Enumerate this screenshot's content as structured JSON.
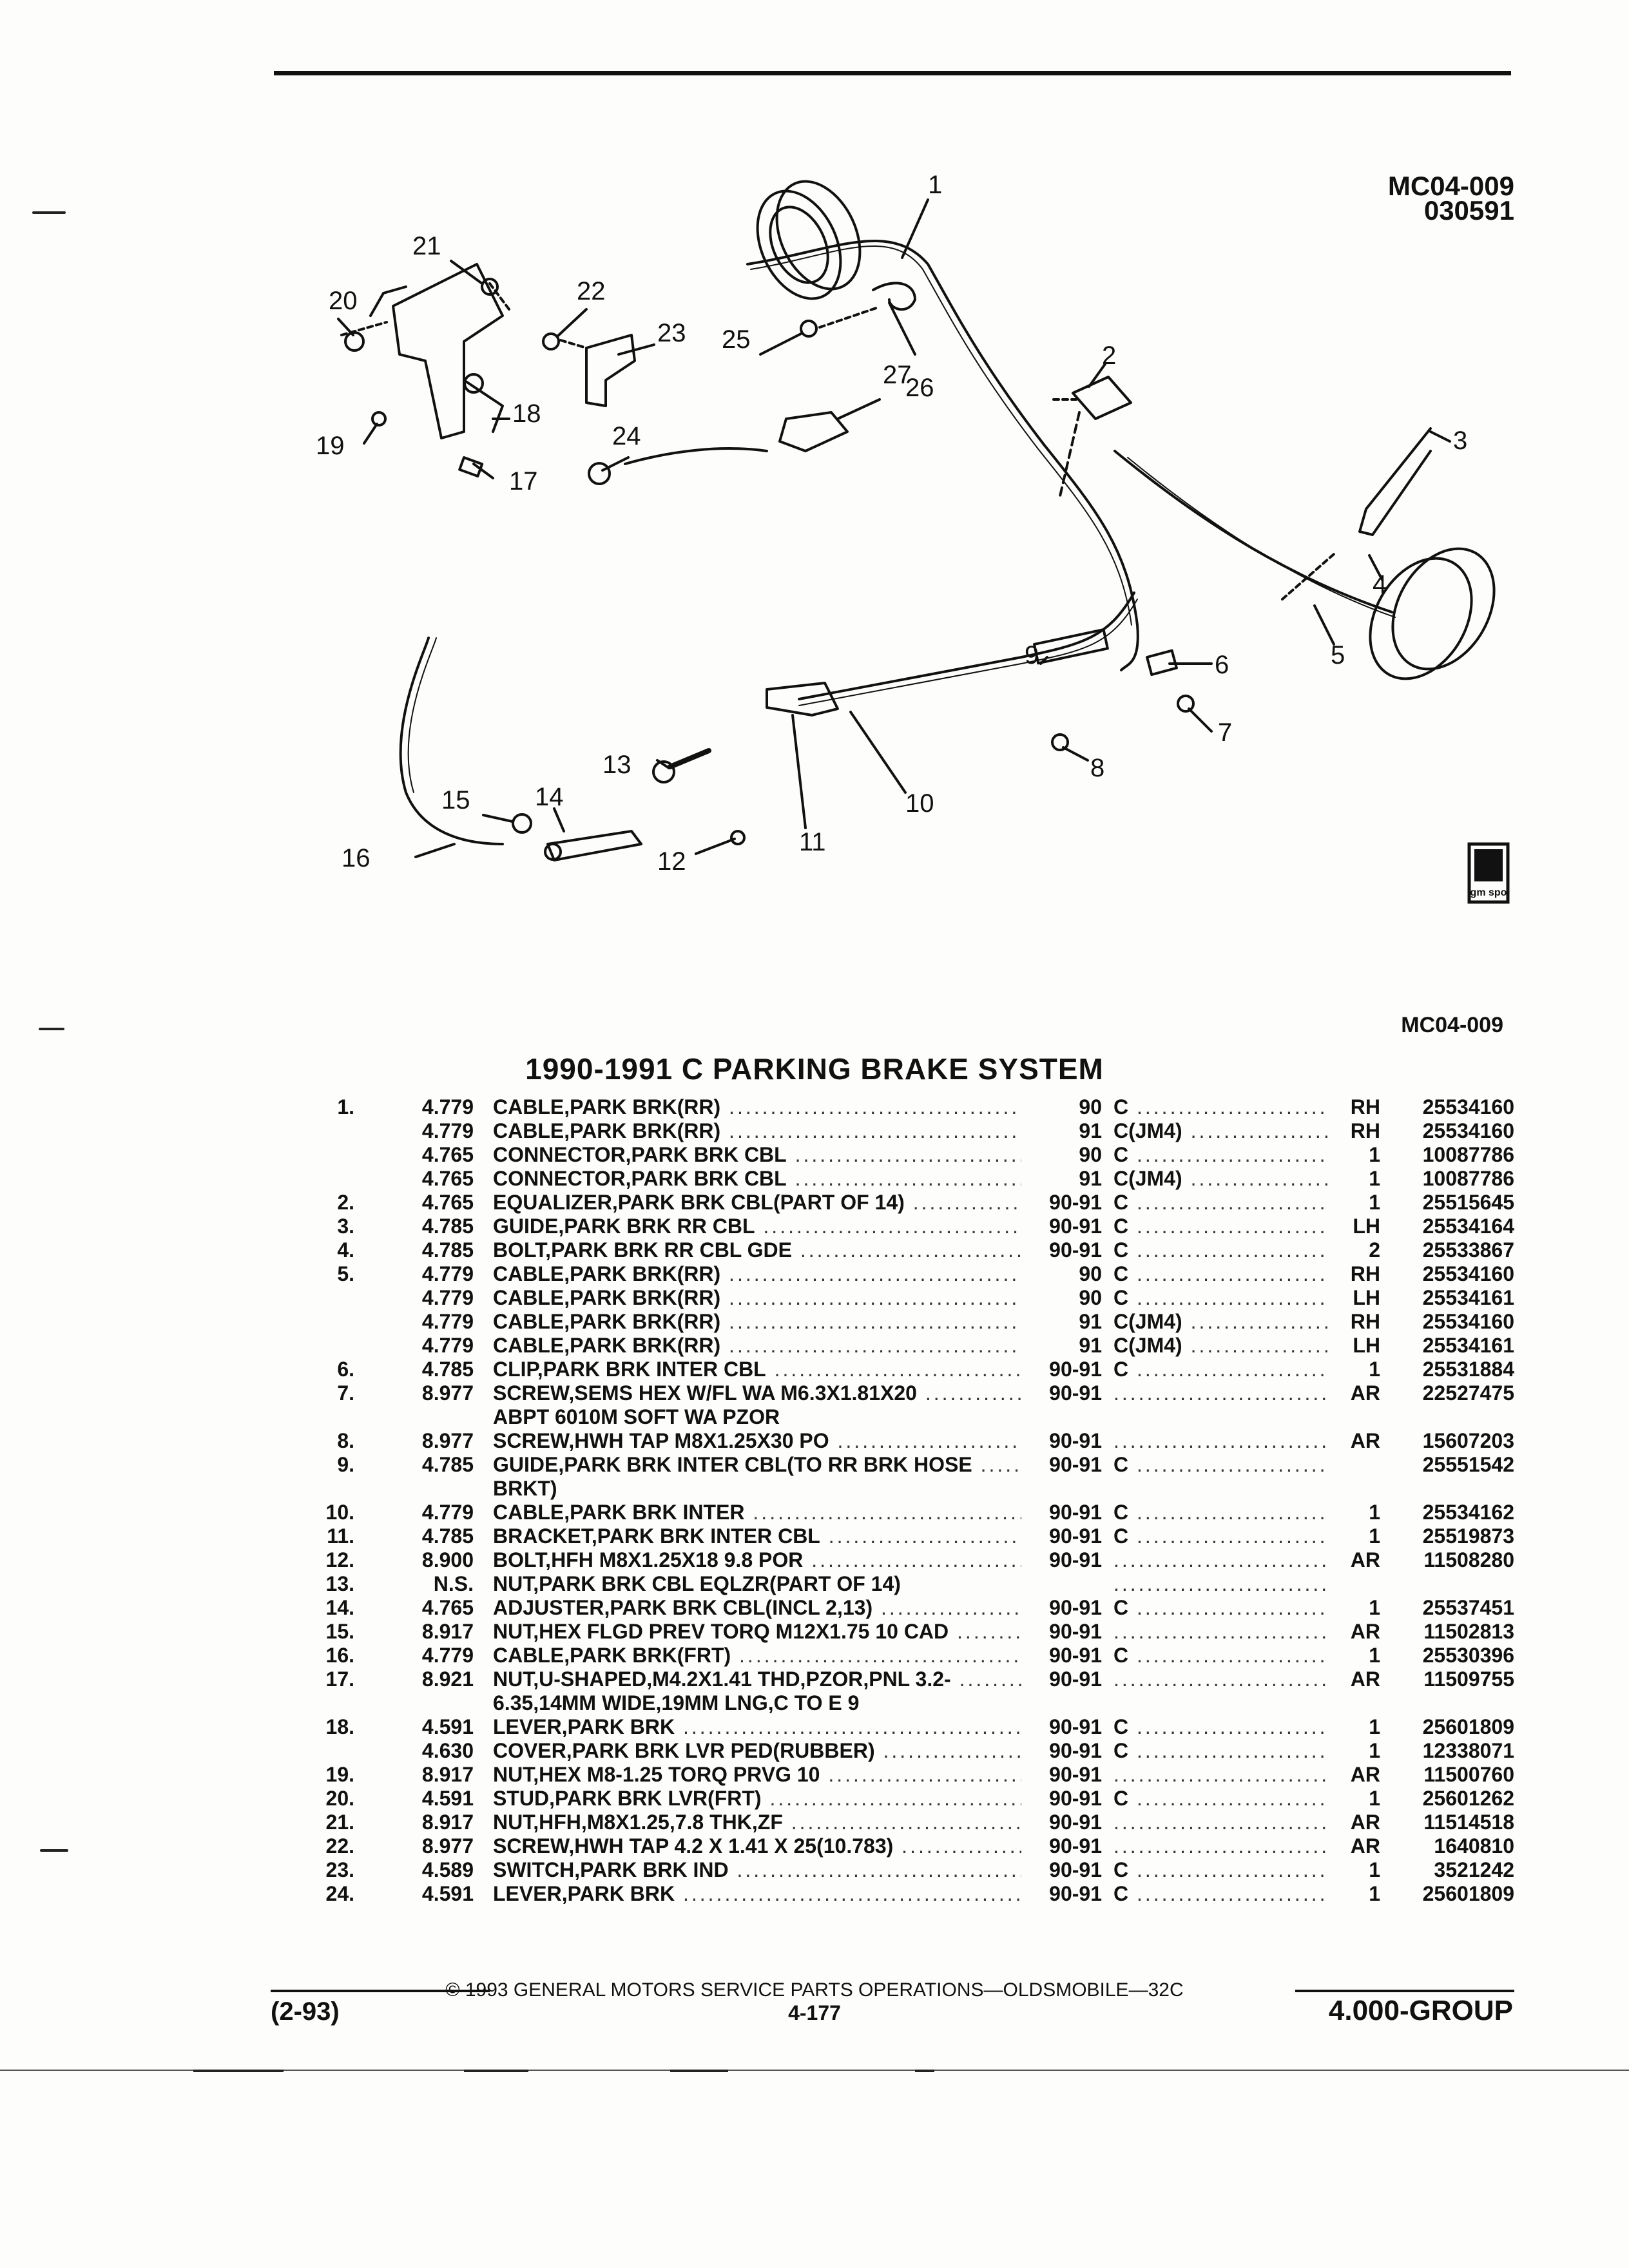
{
  "header": {
    "diagram_code": "MC04-009",
    "diagram_date": "030591",
    "ref_code": "MC04-009"
  },
  "title": "1990-1991 C PARKING BRAKE SYSTEM",
  "callouts": [
    "1",
    "2",
    "3",
    "4",
    "5",
    "6",
    "7",
    "8",
    "9",
    "10",
    "11",
    "12",
    "13",
    "14",
    "15",
    "16",
    "17",
    "18",
    "19",
    "20",
    "21",
    "22",
    "23",
    "24",
    "25",
    "26",
    "27"
  ],
  "logo_text": "gm spo",
  "parts": [
    {
      "num": "1.",
      "group": "4.779",
      "name": "CABLE",
      "rest": ",PARK BRK(RR)",
      "year": "90",
      "model": "C",
      "qty": "RH",
      "pn": "25534160"
    },
    {
      "num": "",
      "group": "4.779",
      "name": "CABLE",
      "rest": ",PARK BRK(RR)",
      "year": "91",
      "model": "C(JM4)",
      "qty": "RH",
      "pn": "25534160"
    },
    {
      "num": "",
      "group": "4.765",
      "name": "CONNECTOR",
      "rest": ",PARK BRK CBL",
      "year": "90",
      "model": "C",
      "qty": "1",
      "pn": "10087786"
    },
    {
      "num": "",
      "group": "4.765",
      "name": "CONNECTOR",
      "rest": ",PARK BRK CBL",
      "year": "91",
      "model": "C(JM4)",
      "qty": "1",
      "pn": "10087786"
    },
    {
      "num": "2.",
      "group": "4.765",
      "name": "EQUALIZER",
      "rest": ",PARK BRK CBL(PART OF 14)",
      "year": "90-91",
      "model": "C",
      "qty": "1",
      "pn": "25515645"
    },
    {
      "num": "3.",
      "group": "4.785",
      "name": "GUIDE",
      "rest": ",PARK BRK RR CBL",
      "year": "90-91",
      "model": "C",
      "qty": "LH",
      "pn": "25534164"
    },
    {
      "num": "4.",
      "group": "4.785",
      "name": "BOLT",
      "rest": ",PARK BRK RR CBL GDE",
      "year": "90-91",
      "model": "C",
      "qty": "2",
      "pn": "25533867"
    },
    {
      "num": "5.",
      "group": "4.779",
      "name": "CABLE",
      "rest": ",PARK BRK(RR)",
      "year": "90",
      "model": "C",
      "qty": "RH",
      "pn": "25534160"
    },
    {
      "num": "",
      "group": "4.779",
      "name": "CABLE",
      "rest": ",PARK BRK(RR)",
      "year": "90",
      "model": "C",
      "qty": "LH",
      "pn": "25534161"
    },
    {
      "num": "",
      "group": "4.779",
      "name": "CABLE",
      "rest": ",PARK BRK(RR)",
      "year": "91",
      "model": "C(JM4)",
      "qty": "RH",
      "pn": "25534160"
    },
    {
      "num": "",
      "group": "4.779",
      "name": "CABLE",
      "rest": ",PARK BRK(RR)",
      "year": "91",
      "model": "C(JM4)",
      "qty": "LH",
      "pn": "25534161"
    },
    {
      "num": "6.",
      "group": "4.785",
      "name": "CLIP",
      "rest": ",PARK BRK INTER CBL",
      "year": "90-91",
      "model": "C",
      "qty": "1",
      "pn": "25531884"
    },
    {
      "num": "7.",
      "group": "8.977",
      "name": "SCREW",
      "rest": ",SEMS HEX W/FL WA M6.3X1.81X20",
      "year": "90-91",
      "model": "",
      "qty": "AR",
      "pn": "22527475"
    },
    {
      "num": "",
      "group": "",
      "name": "",
      "rest": "ABPT 6010M SOFT WA PZOR",
      "year": "",
      "model": "",
      "qty": "",
      "pn": "",
      "cont": true
    },
    {
      "num": "8.",
      "group": "8.977",
      "name": "SCREW",
      "rest": ",HWH TAP M8X1.25X30 PO",
      "year": "90-91",
      "model": "",
      "qty": "AR",
      "pn": "15607203"
    },
    {
      "num": "9.",
      "group": "4.785",
      "name": "GUIDE",
      "rest": ",PARK BRK INTER CBL(TO RR BRK HOSE",
      "year": "90-91",
      "model": "C",
      "qty": "",
      "pn": "25551542"
    },
    {
      "num": "",
      "group": "",
      "name": "",
      "rest": "BRKT)",
      "year": "",
      "model": "",
      "qty": "",
      "pn": "",
      "cont": true
    },
    {
      "num": "10.",
      "group": "4.779",
      "name": "CABLE",
      "rest": ",PARK BRK INTER",
      "year": "90-91",
      "model": "C",
      "qty": "1",
      "pn": "25534162"
    },
    {
      "num": "11.",
      "group": "4.785",
      "name": "BRACKET",
      "rest": ",PARK BRK INTER CBL",
      "year": "90-91",
      "model": "C",
      "qty": "1",
      "pn": "25519873"
    },
    {
      "num": "12.",
      "group": "8.900",
      "name": "BOLT",
      "rest": ",HFH M8X1.25X18 9.8 POR",
      "year": "90-91",
      "model": "",
      "qty": "AR",
      "pn": "11508280"
    },
    {
      "num": "13.",
      "group": "N.S.",
      "name": "NUT",
      "rest": ",PARK BRK CBL EQLZR(PART OF 14)",
      "year": "",
      "model": "",
      "qty": "",
      "pn": ""
    },
    {
      "num": "14.",
      "group": "4.765",
      "name": "ADJUSTER",
      "rest": ",PARK BRK CBL(INCL 2,13)",
      "year": "90-91",
      "model": "C",
      "qty": "1",
      "pn": "25537451"
    },
    {
      "num": "15.",
      "group": "8.917",
      "name": "NUT",
      "rest": ",HEX FLGD PREV TORQ M12X1.75 10 CAD",
      "year": "90-91",
      "model": "",
      "qty": "AR",
      "pn": "11502813"
    },
    {
      "num": "16.",
      "group": "4.779",
      "name": "CABLE",
      "rest": ",PARK BRK(FRT)",
      "year": "90-91",
      "model": "C",
      "qty": "1",
      "pn": "25530396"
    },
    {
      "num": "17.",
      "group": "8.921",
      "name": "NUT",
      "rest": ",U-SHAPED,M4.2X1.41 THD,PZOR,PNL 3.2-",
      "year": "90-91",
      "model": "",
      "qty": "AR",
      "pn": "11509755"
    },
    {
      "num": "",
      "group": "",
      "name": "",
      "rest": "6.35,14MM WIDE,19MM LNG,C TO E 9",
      "year": "",
      "model": "",
      "qty": "",
      "pn": "",
      "cont": true
    },
    {
      "num": "18.",
      "group": "4.591",
      "name": "LEVER",
      "rest": ",PARK BRK",
      "year": "90-91",
      "model": "C",
      "qty": "1",
      "pn": "25601809"
    },
    {
      "num": "",
      "group": "4.630",
      "name": "COVER",
      "rest": ",PARK BRK LVR PED(RUBBER)",
      "year": "90-91",
      "model": "C",
      "qty": "1",
      "pn": "12338071"
    },
    {
      "num": "19.",
      "group": "8.917",
      "name": "NUT",
      "rest": ",HEX M8-1.25 TORQ PRVG 10",
      "year": "90-91",
      "model": "",
      "qty": "AR",
      "pn": "11500760"
    },
    {
      "num": "20.",
      "group": "4.591",
      "name": "STUD",
      "rest": ",PARK BRK LVR(FRT)",
      "year": "90-91",
      "model": "C",
      "qty": "1",
      "pn": "25601262"
    },
    {
      "num": "21.",
      "group": "8.917",
      "name": "NUT",
      "rest": ",HFH,M8X1.25,7.8 THK,ZF",
      "year": "90-91",
      "model": "",
      "qty": "AR",
      "pn": "11514518"
    },
    {
      "num": "22.",
      "group": "8.977",
      "name": "SCREW",
      "rest": ",HWH TAP 4.2 X 1.41 X 25(10.783)",
      "year": "90-91",
      "model": "",
      "qty": "AR",
      "pn": "1640810"
    },
    {
      "num": "23.",
      "group": "4.589",
      "name": "SWITCH",
      "rest": ",PARK BRK IND",
      "year": "90-91",
      "model": "C",
      "qty": "1",
      "pn": "3521242"
    },
    {
      "num": "24.",
      "group": "4.591",
      "name": "LEVER",
      "rest": ",PARK BRK",
      "year": "90-91",
      "model": "C",
      "qty": "1",
      "pn": "25601809"
    }
  ],
  "footer": {
    "copyright": "© 1993 GENERAL MOTORS SERVICE PARTS OPERATIONS—OLDSMOBILE—32C",
    "date": "(2-93)",
    "page": "4-177",
    "group": "4.000-GROUP"
  }
}
